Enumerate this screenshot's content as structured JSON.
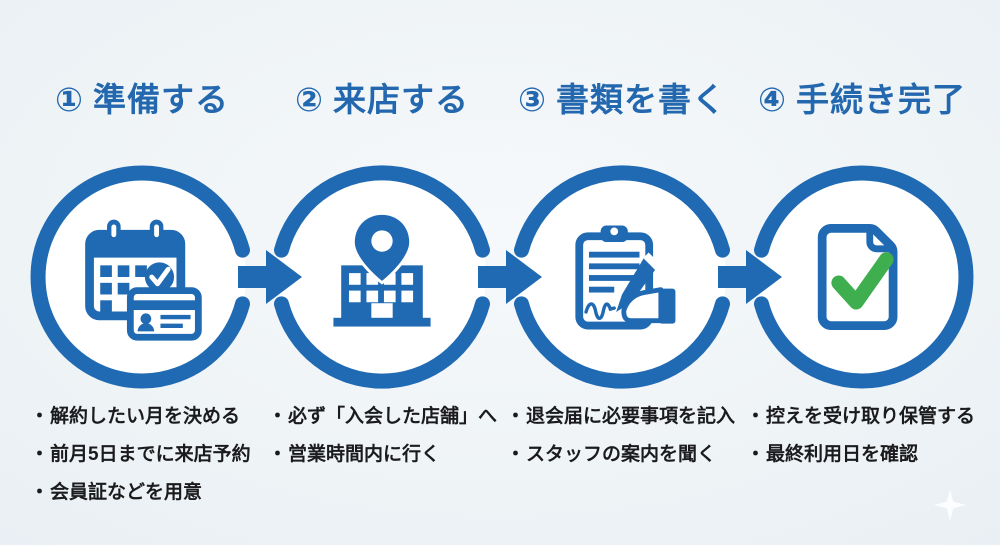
{
  "ui": {
    "bullet_char": "・"
  },
  "colors": {
    "blue": "#1f6ab2",
    "heading_blue": "#2368ae",
    "green": "#3fae4f",
    "background": "#eef3f6",
    "text": "#1b1b1d"
  },
  "steps": [
    {
      "number_glyph": "①",
      "title": "準備する",
      "icon": "calendar-and-member-card-icon",
      "bullets": [
        "解約したい月を決める",
        "前月5日までに来店予約",
        "会員証などを用意"
      ]
    },
    {
      "number_glyph": "②",
      "title": "来店する",
      "icon": "store-location-pin-icon",
      "bullets": [
        "必ず「入会した店舗」へ",
        "営業時間内に行く"
      ]
    },
    {
      "number_glyph": "③",
      "title": "書類を書く",
      "icon": "clipboard-signing-icon",
      "bullets": [
        "退会届に必要事項を記入",
        "スタッフの案内を聞く"
      ]
    },
    {
      "number_glyph": "④",
      "title": "手続き完了",
      "icon": "document-check-icon",
      "bullets": [
        "控えを受け取り保管する",
        "最終利用日を確認"
      ]
    }
  ]
}
